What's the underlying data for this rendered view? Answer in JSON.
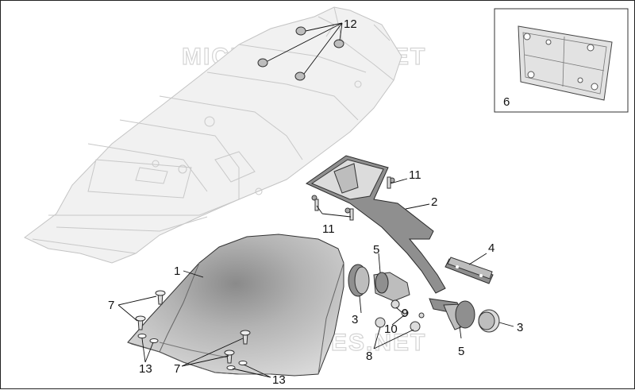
{
  "watermark": "MICROFICHES.NET",
  "inset_label": "6",
  "callouts": {
    "c1": "1",
    "c2": "2",
    "c3a": "3",
    "c3b": "3",
    "c4": "4",
    "c5a": "5",
    "c5b": "5",
    "c7a": "7",
    "c7b": "7",
    "c8": "8",
    "c9": "9",
    "c10": "10",
    "c11a": "11",
    "c11b": "11",
    "c12": "12",
    "c13a": "13",
    "c13b": "13"
  },
  "colors": {
    "ghost_frame": "#f1f1f1",
    "part_mid": "#bdbdbd",
    "part_dark": "#8f8f8f",
    "outline": "#333333"
  }
}
